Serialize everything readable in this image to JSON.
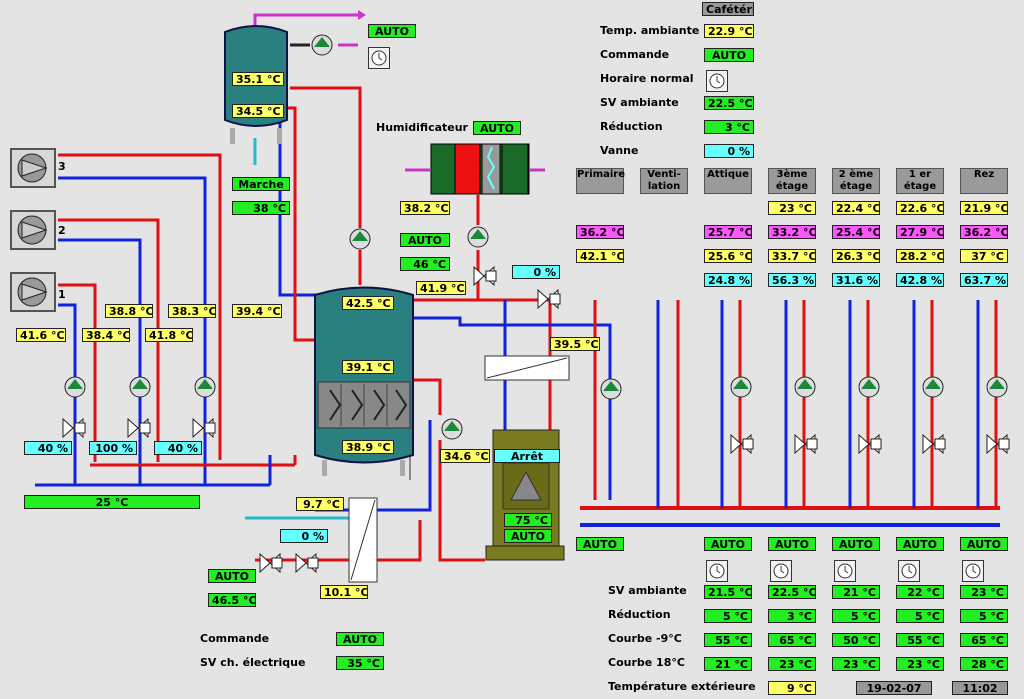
{
  "colors": {
    "supply": "#dd1111",
    "return": "#1122dd",
    "tank": "#2a7f7f",
    "boiler": "#7a7a20"
  },
  "header": {
    "cafeteria_label": "Cafétéria"
  },
  "cafeteria": {
    "temp_ambiante_label": "Temp. ambiante",
    "temp_ambiante": "22.9 °C",
    "commande_label": "Commande",
    "commande": "AUTO",
    "horaire_label": "Horaire normal",
    "sv_ambiante_label": "SV ambiante",
    "sv_ambiante": "22.5 °C",
    "reduction_label": "Réduction",
    "reduction": "3 °C",
    "vanne_label": "Vanne",
    "vanne": "0 %"
  },
  "columns": [
    {
      "label1": "Primaire",
      "label2": "",
      "row1": "",
      "row2": "36.2 °C",
      "row3": "42.1 °C",
      "row4": ""
    },
    {
      "label1": "Venti-",
      "label2": "lation",
      "row1": "",
      "row2": "",
      "row3": "",
      "row4": ""
    },
    {
      "label1": "Attique",
      "label2": "",
      "row1": "",
      "row2": "25.7 °C",
      "row3": "25.6 °C",
      "row4": "24.8 %"
    },
    {
      "label1": "3ème",
      "label2": "étage",
      "row1": "23 °C",
      "row2": "33.2 °C",
      "row3": "33.7 °C",
      "row4": "56.3 %"
    },
    {
      "label1": "2 ème",
      "label2": "étage",
      "row1": "22.4 °C",
      "row2": "25.4 °C",
      "row3": "26.3 °C",
      "row4": "31.6 %"
    },
    {
      "label1": "1 er",
      "label2": "étage",
      "row1": "22.6 °C",
      "row2": "27.9 °C",
      "row3": "28.2 °C",
      "row4": "42.8 %"
    },
    {
      "label1": "Rez",
      "label2": "",
      "row1": "21.9 °C",
      "row2": "36.2 °C",
      "row3": "37 °C",
      "row4": "63.7 %"
    }
  ],
  "zones": [
    {
      "auto": "AUTO",
      "sv": "21.5 °C",
      "red": "5 °C",
      "c9": "55 °C",
      "c18": "21 °C"
    },
    {
      "auto": "AUTO",
      "sv": "22.5 °C",
      "red": "3 °C",
      "c9": "65 °C",
      "c18": "23 °C"
    },
    {
      "auto": "AUTO",
      "sv": "21 °C",
      "red": "5 °C",
      "c9": "50 °C",
      "c18": "23 °C"
    },
    {
      "auto": "AUTO",
      "sv": "22 °C",
      "red": "5 °C",
      "c9": "55 °C",
      "c18": "23 °C"
    },
    {
      "auto": "AUTO",
      "sv": "23 °C",
      "red": "5 °C",
      "c9": "65 °C",
      "c18": "28 °C"
    }
  ],
  "zone_labels": {
    "sv": "SV ambiante",
    "red": "Réduction",
    "c9": "Courbe -9°C",
    "c18": "Courbe 18°C",
    "ext": "Température extérieure"
  },
  "ventilation_auto": "AUTO",
  "outdoor": {
    "temp": "9 °C",
    "date": "19-02-07",
    "time": "11:02"
  },
  "top_tank": {
    "t1": "35.1 °C",
    "t2": "34.5 °C",
    "status": "Marche",
    "temp": "38 °C",
    "pump_auto": "AUTO"
  },
  "humidifier": {
    "label": "Humidificateur",
    "auto": "AUTO",
    "temp": "38.2 °C",
    "pump_auto": "AUTO",
    "pump_temp": "46 °C",
    "valve_temp": "41.9 °C",
    "valve_pct": "0 %"
  },
  "main_tank": {
    "top": "42.5 °C",
    "mid": "39.1 °C",
    "bot": "38.9 °C"
  },
  "fans": [
    {
      "num": "3"
    },
    {
      "num": "2"
    },
    {
      "num": "1"
    }
  ],
  "left_values": {
    "t_a": "41.6 °C",
    "t_b": "38.4 °C",
    "t_c": "38.8 °C",
    "t_d": "41.8 °C",
    "t_e": "38.3 °C",
    "t_f": "39.4 °C",
    "v1": "40 %",
    "v2": "100 %",
    "v3": "40 %",
    "collector": "25 °C"
  },
  "hx_right": {
    "temp": "39.5 °C"
  },
  "return_temp": "34.6 °C",
  "boiler": {
    "status": "Arrêt",
    "temp": "75 °C",
    "auto": "AUTO"
  },
  "lower_hx": {
    "temp_in": "9.7 °C",
    "pct": "0 %",
    "temp_out": "10.1 °C",
    "auto": "AUTO",
    "temp": "46.5 °C"
  },
  "electric": {
    "commande_label": "Commande",
    "commande": "AUTO",
    "sv_label": "SV ch. électrique",
    "sv": "35 °C"
  }
}
